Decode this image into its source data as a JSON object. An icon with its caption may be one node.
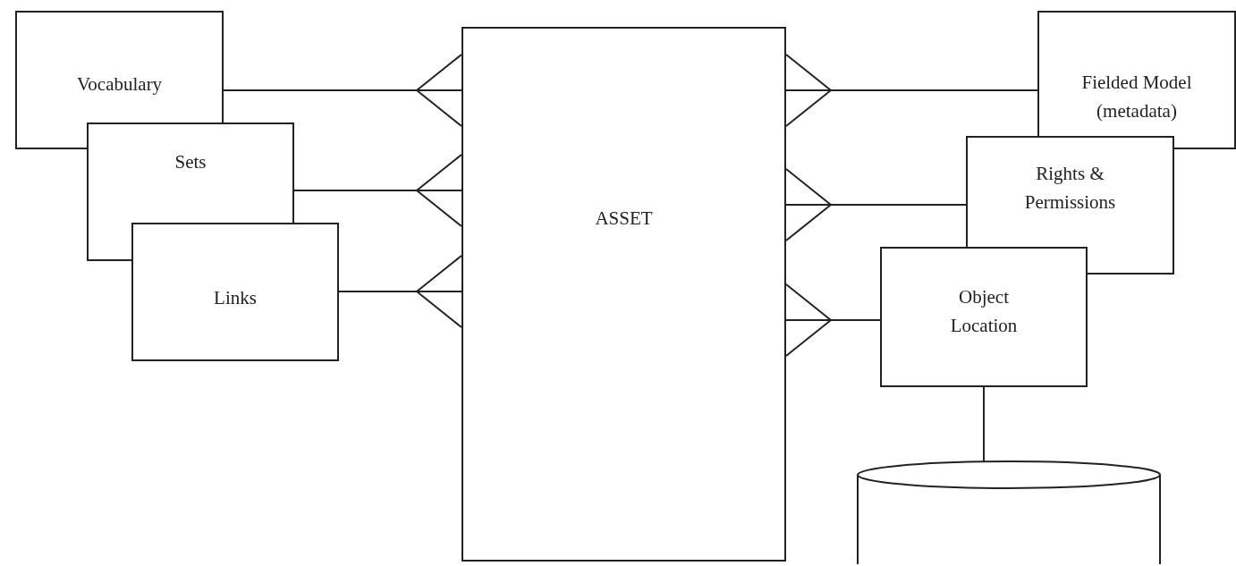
{
  "diagram": {
    "nodes": [
      {
        "text": [
          "Vocabulary"
        ]
      },
      {
        "text": [
          "Sets"
        ]
      },
      {
        "text": [
          "Links"
        ]
      },
      {
        "text": [
          "ASSET"
        ]
      },
      {
        "text": [
          "Fielded Model (metadata)"
        ]
      },
      {
        "text": [
          "Rights & Permissions"
        ]
      },
      {
        "text": [
          "Object Location"
        ]
      },
      {
        "text": [],
        "shape": "cylinder"
      }
    ],
    "edges": [
      {
        "from": 0,
        "to": 3,
        "arrow": "other"
      },
      {
        "from": 1,
        "to": 3,
        "arrow": "other"
      },
      {
        "from": 2,
        "to": 3,
        "arrow": "other"
      },
      {
        "from": 4,
        "to": 3,
        "arrow": "other"
      },
      {
        "from": 5,
        "to": 3,
        "arrow": "other"
      },
      {
        "from": 6,
        "to": 3,
        "arrow": "other"
      },
      {
        "from": 6,
        "to": 7,
        "arrow": "to"
      }
    ]
  }
}
